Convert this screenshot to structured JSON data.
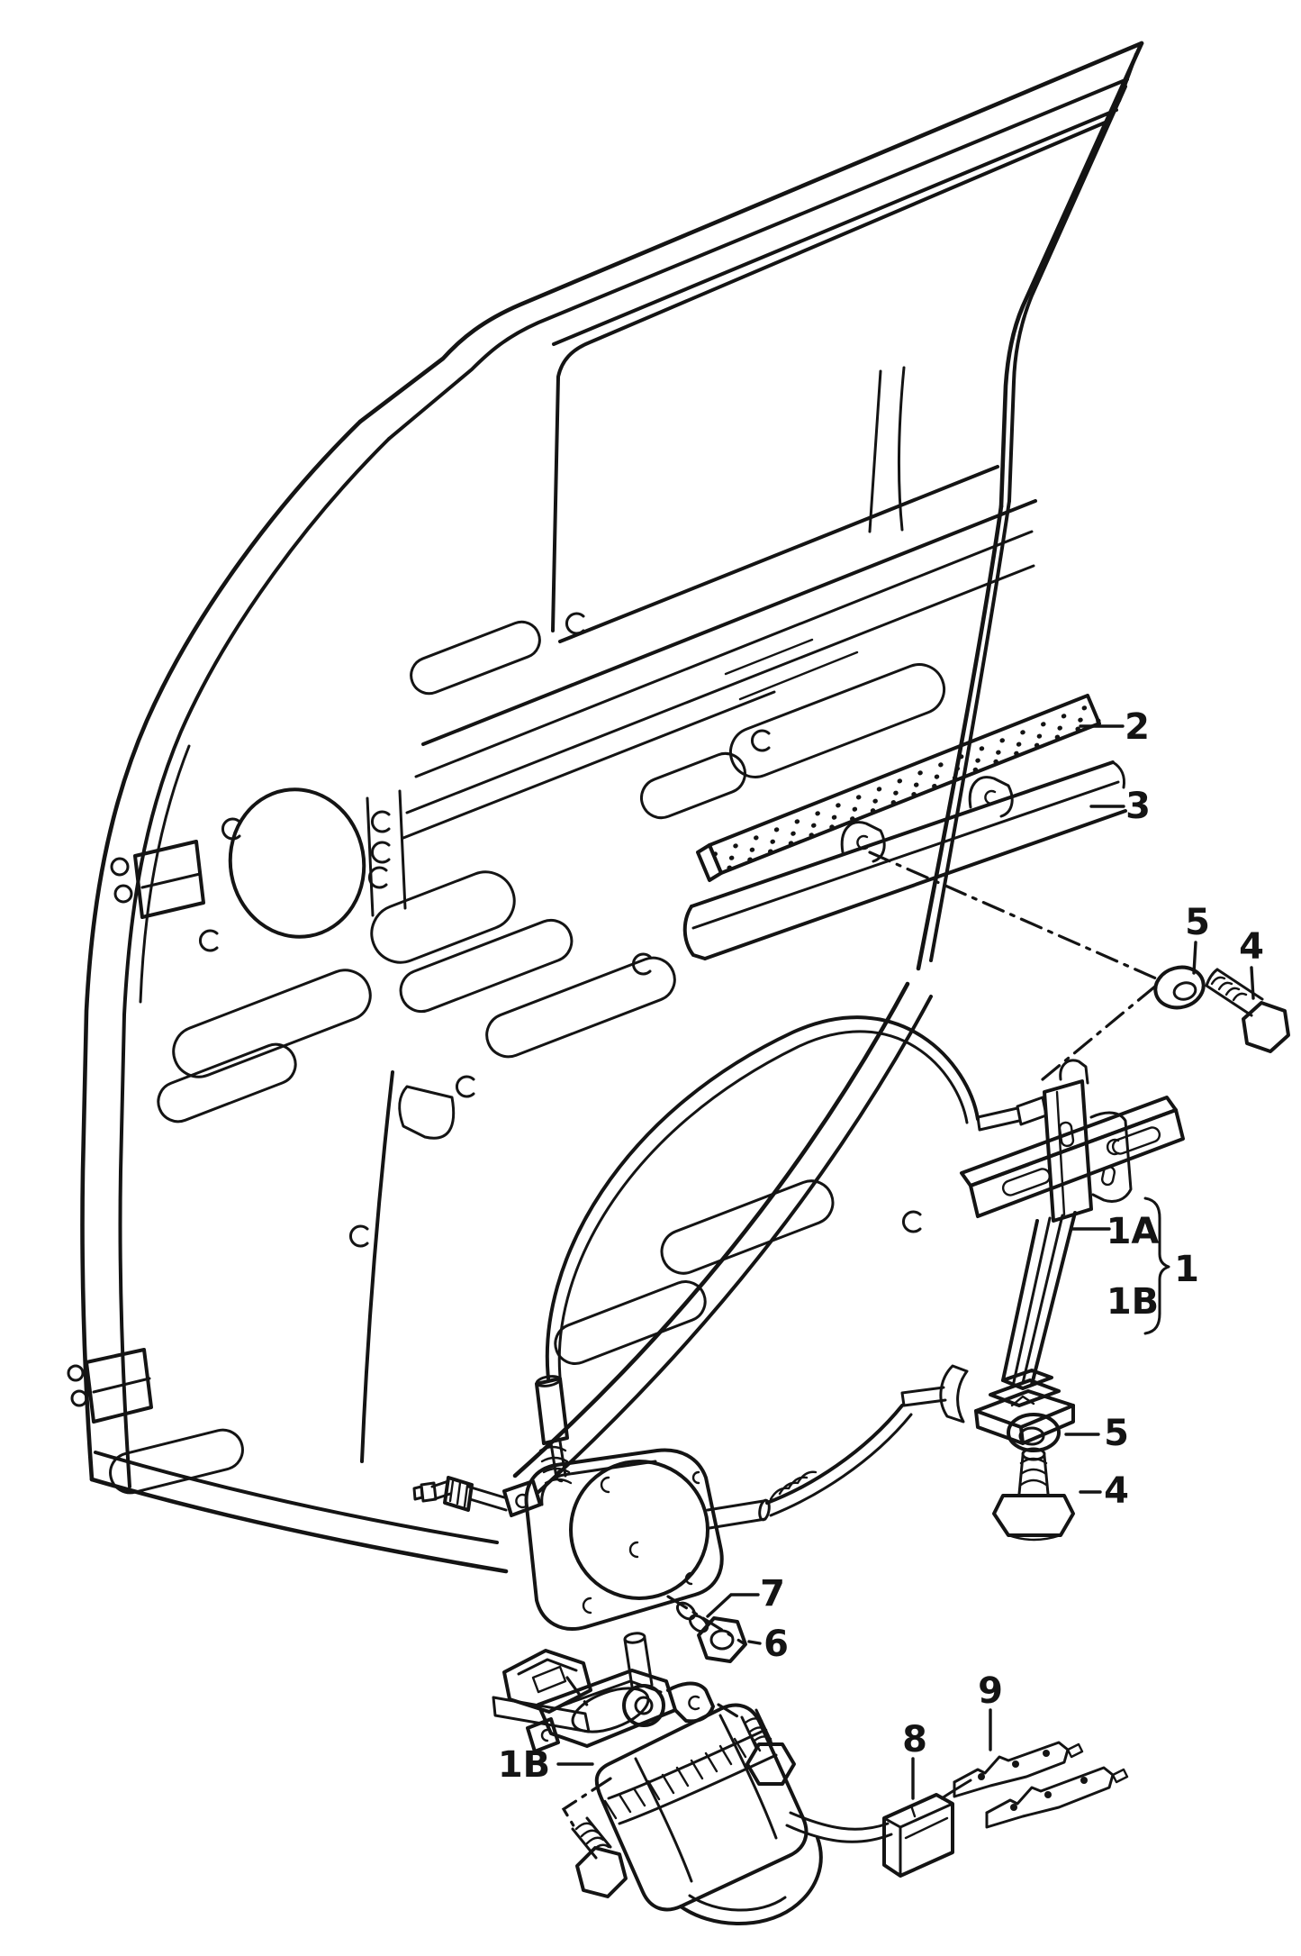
{
  "diagram": {
    "background": "#ffffff",
    "ink": "#141414",
    "kind": "exploded-parts-line-drawing",
    "subject": "front door electric window regulator with guide rail and motor",
    "callouts": {
      "c2": {
        "label": "2"
      },
      "c3": {
        "label": "3"
      },
      "c5_upper": {
        "label": "5"
      },
      "c4_upper": {
        "label": "4"
      },
      "c1a": {
        "label": "1A"
      },
      "c1b_bracket": {
        "label": "1B"
      },
      "c1": {
        "label": "1"
      },
      "c5_lower": {
        "label": "5"
      },
      "c4_lower": {
        "label": "4"
      },
      "c7": {
        "label": "7"
      },
      "c6": {
        "label": "6"
      },
      "c1b_motor": {
        "label": "1B"
      },
      "c8": {
        "label": "8"
      },
      "c9": {
        "label": "9"
      }
    }
  }
}
